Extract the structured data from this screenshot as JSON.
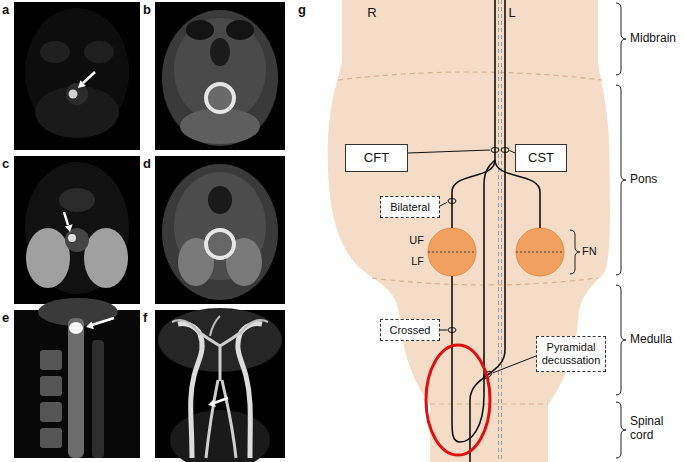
{
  "diagram": {
    "nodes": [
      {
        "text": [
          "CFT"
        ]
      },
      {
        "text": [
          "CST"
        ]
      },
      {
        "text": [
          "Bilateral"
        ]
      },
      {
        "text": [
          "Crossed"
        ]
      },
      {
        "text": [
          "Pyramidal decussation"
        ]
      }
    ],
    "labels": [
      "a",
      "b",
      "c",
      "d",
      "e",
      "f",
      "g",
      "R",
      "L",
      "UF",
      "LF",
      "FN",
      "Midbrain",
      "Pons",
      "Medulla",
      "Spinal cord"
    ]
  }
}
